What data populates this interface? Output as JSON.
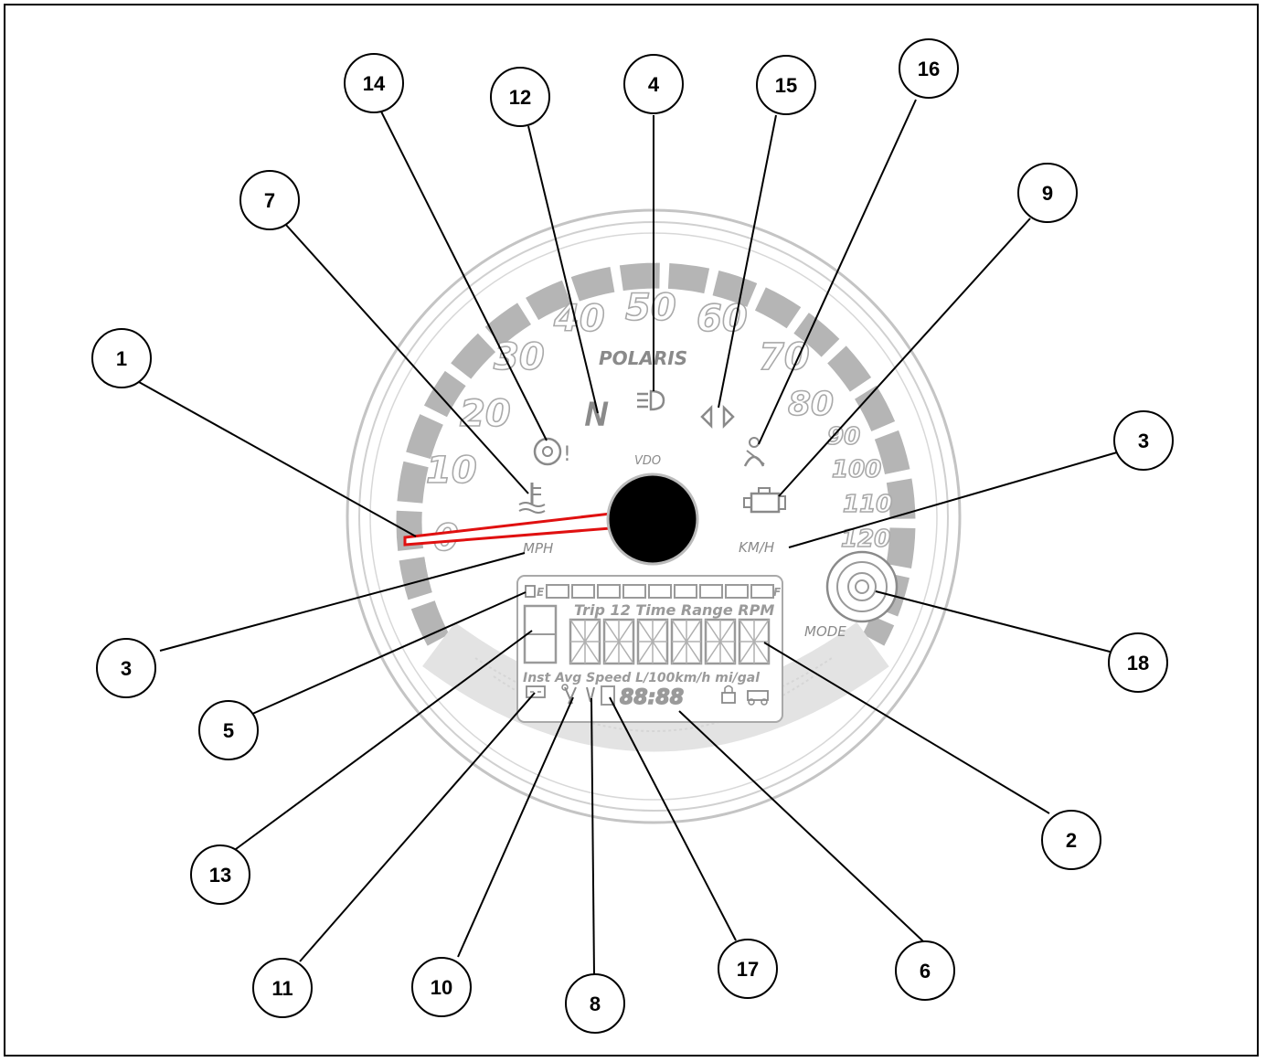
{
  "speed_scale_mph": [
    "10",
    "20",
    "30",
    "40",
    "50",
    "60",
    "70",
    "80"
  ],
  "speed_scale_kmh": [
    "90",
    "100",
    "110",
    "120"
  ],
  "zero_label": "0",
  "brand": "POLARIS",
  "maker": "VDO",
  "units": {
    "mph": "MPH",
    "kmh": "KM/H",
    "mode": "MODE"
  },
  "indicators": {
    "neutral": "N",
    "fuel_empty": "E",
    "fuel_full": "F"
  },
  "lcd": {
    "top_labels": "Trip 12 Time Range RPM",
    "bottom_labels": "Inst Avg Speed L/100km/h mi/gal",
    "clock": "88:88"
  },
  "callouts": [
    {
      "id": "callout-1",
      "label": "1"
    },
    {
      "id": "callout-2",
      "label": "2"
    },
    {
      "id": "callout-3-left",
      "label": "3"
    },
    {
      "id": "callout-3-right",
      "label": "3"
    },
    {
      "id": "callout-4",
      "label": "4"
    },
    {
      "id": "callout-5",
      "label": "5"
    },
    {
      "id": "callout-6",
      "label": "6"
    },
    {
      "id": "callout-7",
      "label": "7"
    },
    {
      "id": "callout-8",
      "label": "8"
    },
    {
      "id": "callout-9",
      "label": "9"
    },
    {
      "id": "callout-10",
      "label": "10"
    },
    {
      "id": "callout-11",
      "label": "11"
    },
    {
      "id": "callout-12",
      "label": "12"
    },
    {
      "id": "callout-13",
      "label": "13"
    },
    {
      "id": "callout-14",
      "label": "14"
    },
    {
      "id": "callout-15",
      "label": "15"
    },
    {
      "id": "callout-16",
      "label": "16"
    },
    {
      "id": "callout-17",
      "label": "17"
    },
    {
      "id": "callout-18",
      "label": "18"
    }
  ],
  "colors": {
    "needle": "#e01010",
    "hub": "#000000",
    "outline": "#a9a9a9"
  }
}
